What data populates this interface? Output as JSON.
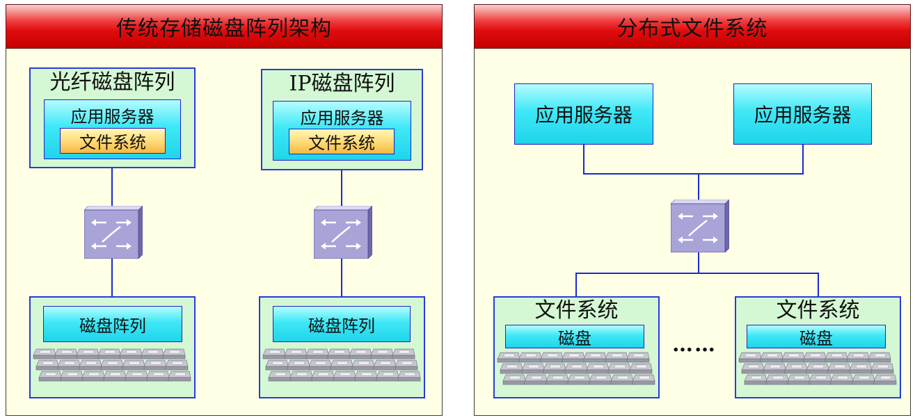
{
  "left_panel": {
    "title": "传统存储磁盘阵列架构",
    "fc_array": {
      "title": "光纤磁盘阵列",
      "server_label": "应用服务器",
      "fs_label": "文件系统"
    },
    "ip_array": {
      "title": "IP磁盘阵列",
      "server_label": "应用服务器",
      "fs_label": "文件系统"
    },
    "storage_left": {
      "label": "磁盘阵列"
    },
    "storage_right": {
      "label": "磁盘阵列"
    }
  },
  "right_panel": {
    "title": "分布式文件系统",
    "server_left": "应用服务器",
    "server_right": "应用服务器",
    "node_left": {
      "title": "文件系统",
      "disk_label": "磁盘"
    },
    "node_right": {
      "title": "文件系统",
      "disk_label": "磁盘"
    },
    "ellipsis": "……"
  },
  "colors": {
    "banner_red": "#e00d0d",
    "panel_bg": "#ffffe6",
    "group_green": "#d4f8d4",
    "cyan_box": "#3fe8f6",
    "orange_box": "#ffdc7a",
    "line_blue": "#1a2ad0",
    "switch_purple": "#a8a4d8"
  },
  "icons": {
    "switch": "network-switch-icon",
    "disk": "hard-disk-icon"
  }
}
